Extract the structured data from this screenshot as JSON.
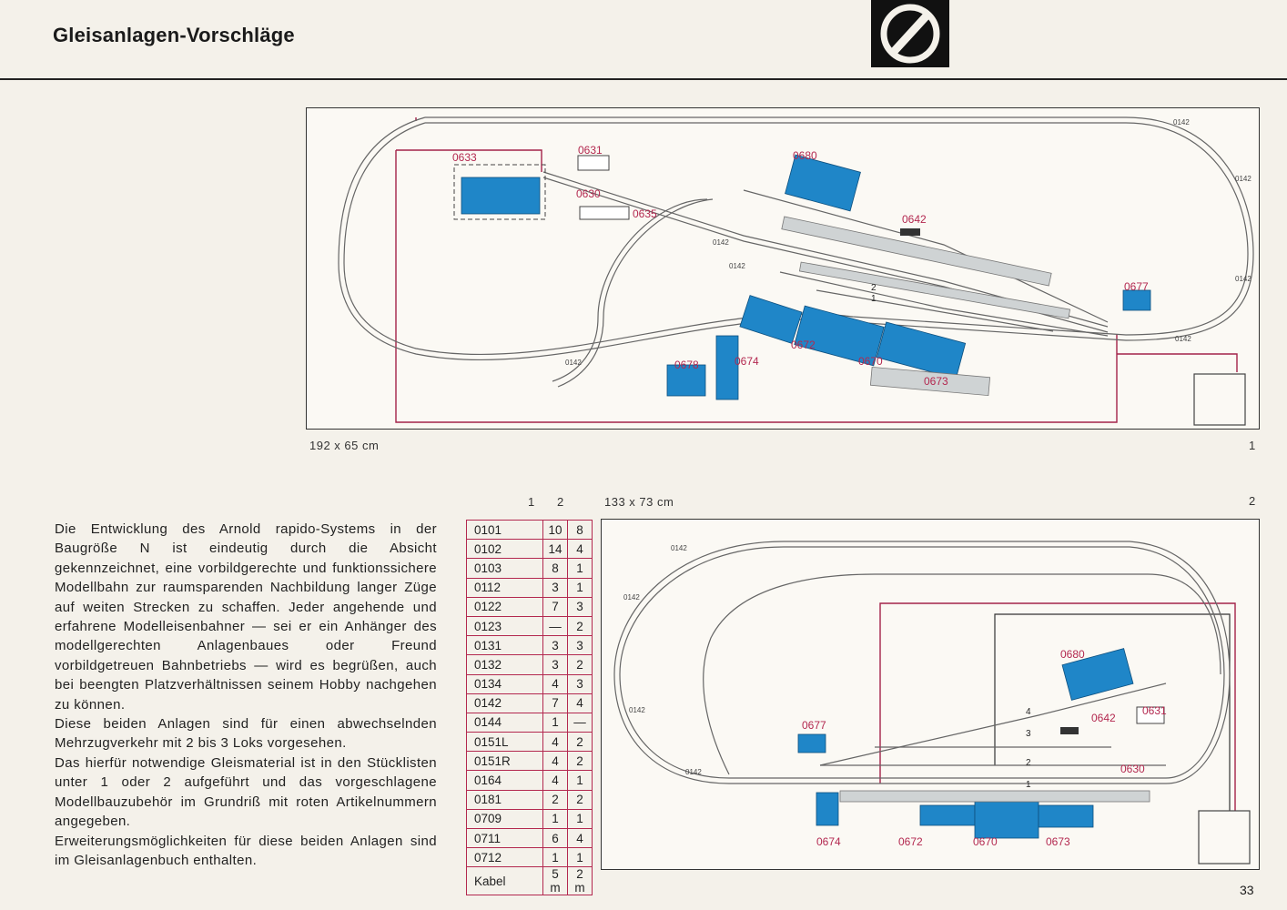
{
  "header": {
    "title": "Gleisanlagen-Vorschläge"
  },
  "plan1": {
    "size_caption": "192 x 65 cm",
    "number": "1",
    "labels": {
      "p0633": "0633",
      "p0631": "0631",
      "p0630": "0630",
      "p0635": "0635",
      "p0680": "0680",
      "p0642": "0642",
      "p0677": "0677",
      "p0672": "0672",
      "p0670": "0670",
      "p0673": "0673",
      "p0674": "0674",
      "p0678": "0678"
    },
    "track_labels": {
      "a": "0142",
      "b": "0142",
      "c": "0142",
      "d": "0142",
      "e": "0142",
      "f": "0142",
      "g": "0142"
    },
    "track_numbers": {
      "t1": "1",
      "t2": "2"
    }
  },
  "plan2": {
    "size_caption": "133 x 73 cm",
    "number": "2",
    "labels": {
      "p0680": "0680",
      "p0677": "0677",
      "p0642": "0642",
      "p0631": "0631",
      "p0630": "0630",
      "p0674": "0674",
      "p0672": "0672",
      "p0670": "0670",
      "p0673": "0673"
    },
    "track_labels": {
      "a": "0142",
      "b": "0142",
      "c": "0142",
      "d": "0142"
    },
    "track_numbers": {
      "t1": "1",
      "t2": "2",
      "t3": "3",
      "t4": "4"
    }
  },
  "intro_paragraphs": [
    "Die Entwicklung des Arnold rapido-Systems in der Baugröße N ist eindeutig durch die Absicht gekennzeichnet, eine vorbildgerechte und funktionssichere Modellbahn zur raumsparenden Nachbildung langer Züge auf weiten Strecken zu schaffen. Jeder angehende und erfahrene Modelleisenbahner — sei er ein Anhänger des modellgerechten Anlagenbaues oder Freund vorbildgetreuen Bahnbetriebs — wird es begrüßen, auch bei beengten Platzverhältnissen seinem Hobby nachgehen zu können.",
    "Diese beiden Anlagen sind für einen abwechselnden Mehrzugverkehr mit 2 bis 3 Loks vorgesehen.",
    "Das hierfür notwendige Gleismaterial ist in den Stücklisten unter 1 oder 2 aufgeführt und das vorgeschlagene Modellbauzubehör im Grundriß mit roten Artikelnummern angegeben.",
    "Erweiterungsmöglichkeiten für diese beiden Anlagen sind im Gleisanlagenbuch enthalten."
  ],
  "parts_table": {
    "col_headers": [
      "1",
      "2"
    ],
    "rows": [
      [
        "0101",
        "10",
        "8"
      ],
      [
        "0102",
        "14",
        "4"
      ],
      [
        "0103",
        "8",
        "1"
      ],
      [
        "0112",
        "3",
        "1"
      ],
      [
        "0122",
        "7",
        "3"
      ],
      [
        "0123",
        "—",
        "2"
      ],
      [
        "0131",
        "3",
        "3"
      ],
      [
        "0132",
        "3",
        "2"
      ],
      [
        "0134",
        "4",
        "3"
      ],
      [
        "0142",
        "7",
        "4"
      ],
      [
        "0144",
        "1",
        "—"
      ],
      [
        "0151L",
        "4",
        "2"
      ],
      [
        "0151R",
        "4",
        "2"
      ],
      [
        "0164",
        "4",
        "1"
      ],
      [
        "0181",
        "2",
        "2"
      ],
      [
        "0709",
        "1",
        "1"
      ],
      [
        "0711",
        "6",
        "4"
      ],
      [
        "0712",
        "1",
        "1"
      ],
      [
        "Kabel",
        "5 m",
        "2 m"
      ]
    ]
  },
  "page_number": "33",
  "colors": {
    "track": "#555555",
    "wire": "#a3234a",
    "building": "#1f86c8",
    "label_red": "#b3284f",
    "rule": "#222222"
  }
}
